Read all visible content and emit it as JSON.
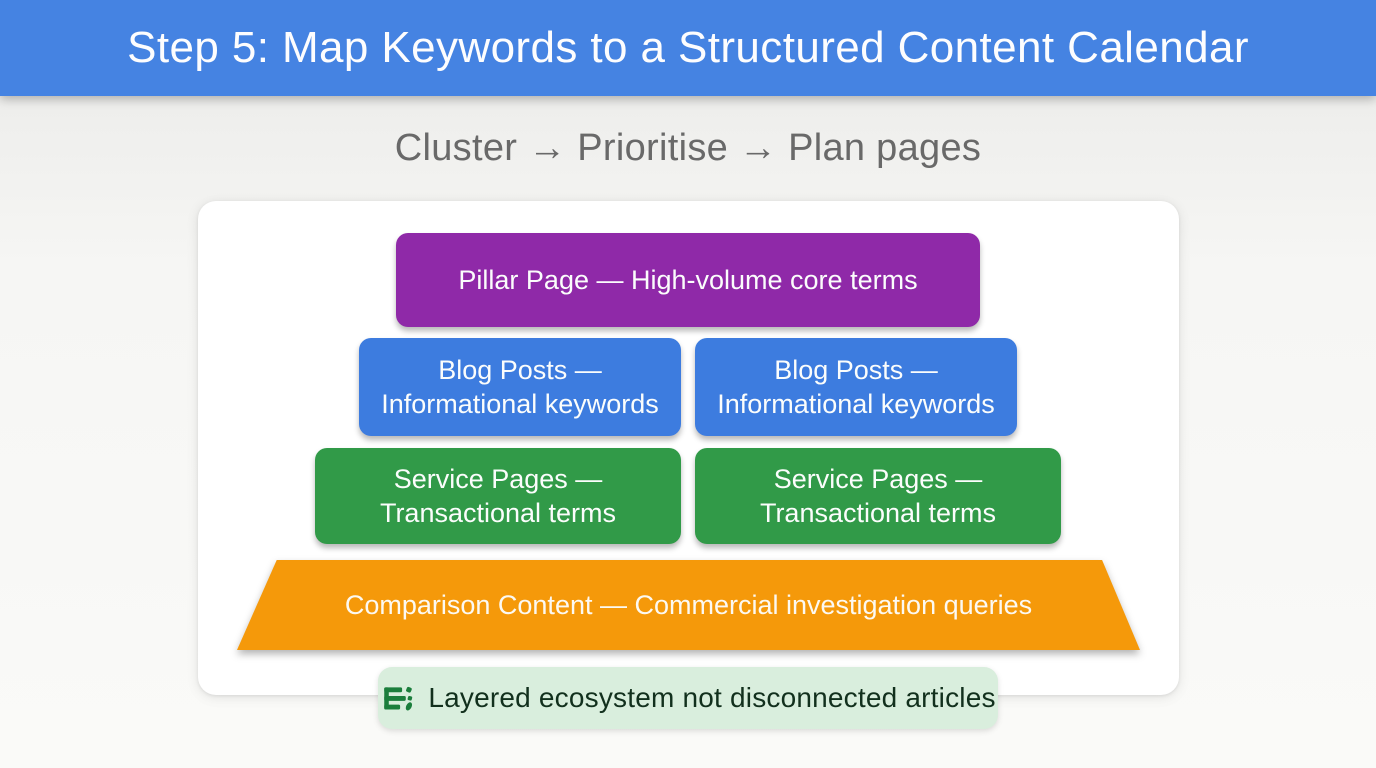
{
  "header": {
    "title": "Step 5: Map Keywords to a Structured Content Calendar",
    "background_color": "#4583e2",
    "text_color": "#ffffff"
  },
  "subtitle": {
    "text": "Cluster → Prioritise → Plan pages",
    "text_color": "#696969"
  },
  "pyramid": {
    "pillar": {
      "label": "Pillar Page — High-volume core terms",
      "color": "#8f29a8"
    },
    "blog_posts": [
      {
        "label": "Blog Posts — Informational keywords",
        "color": "#3d7cdf"
      },
      {
        "label": "Blog Posts — Informational keywords",
        "color": "#3d7cdf"
      }
    ],
    "service_pages": [
      {
        "label": "Service Pages — Transactional terms",
        "color": "#319a48"
      },
      {
        "label": "Service Pages — Transactional terms",
        "color": "#319a48"
      }
    ],
    "comparison": {
      "label": "Comparison Content — Commercial investigation queries",
      "color": "#f5990a",
      "shape": "trapezoid"
    }
  },
  "footnote": {
    "icon": "layered-list-icon",
    "icon_color": "#1b7e3c",
    "text": "Layered ecosystem not disconnected articles",
    "background_color": "#d9eedd",
    "text_color": "#12301d"
  }
}
